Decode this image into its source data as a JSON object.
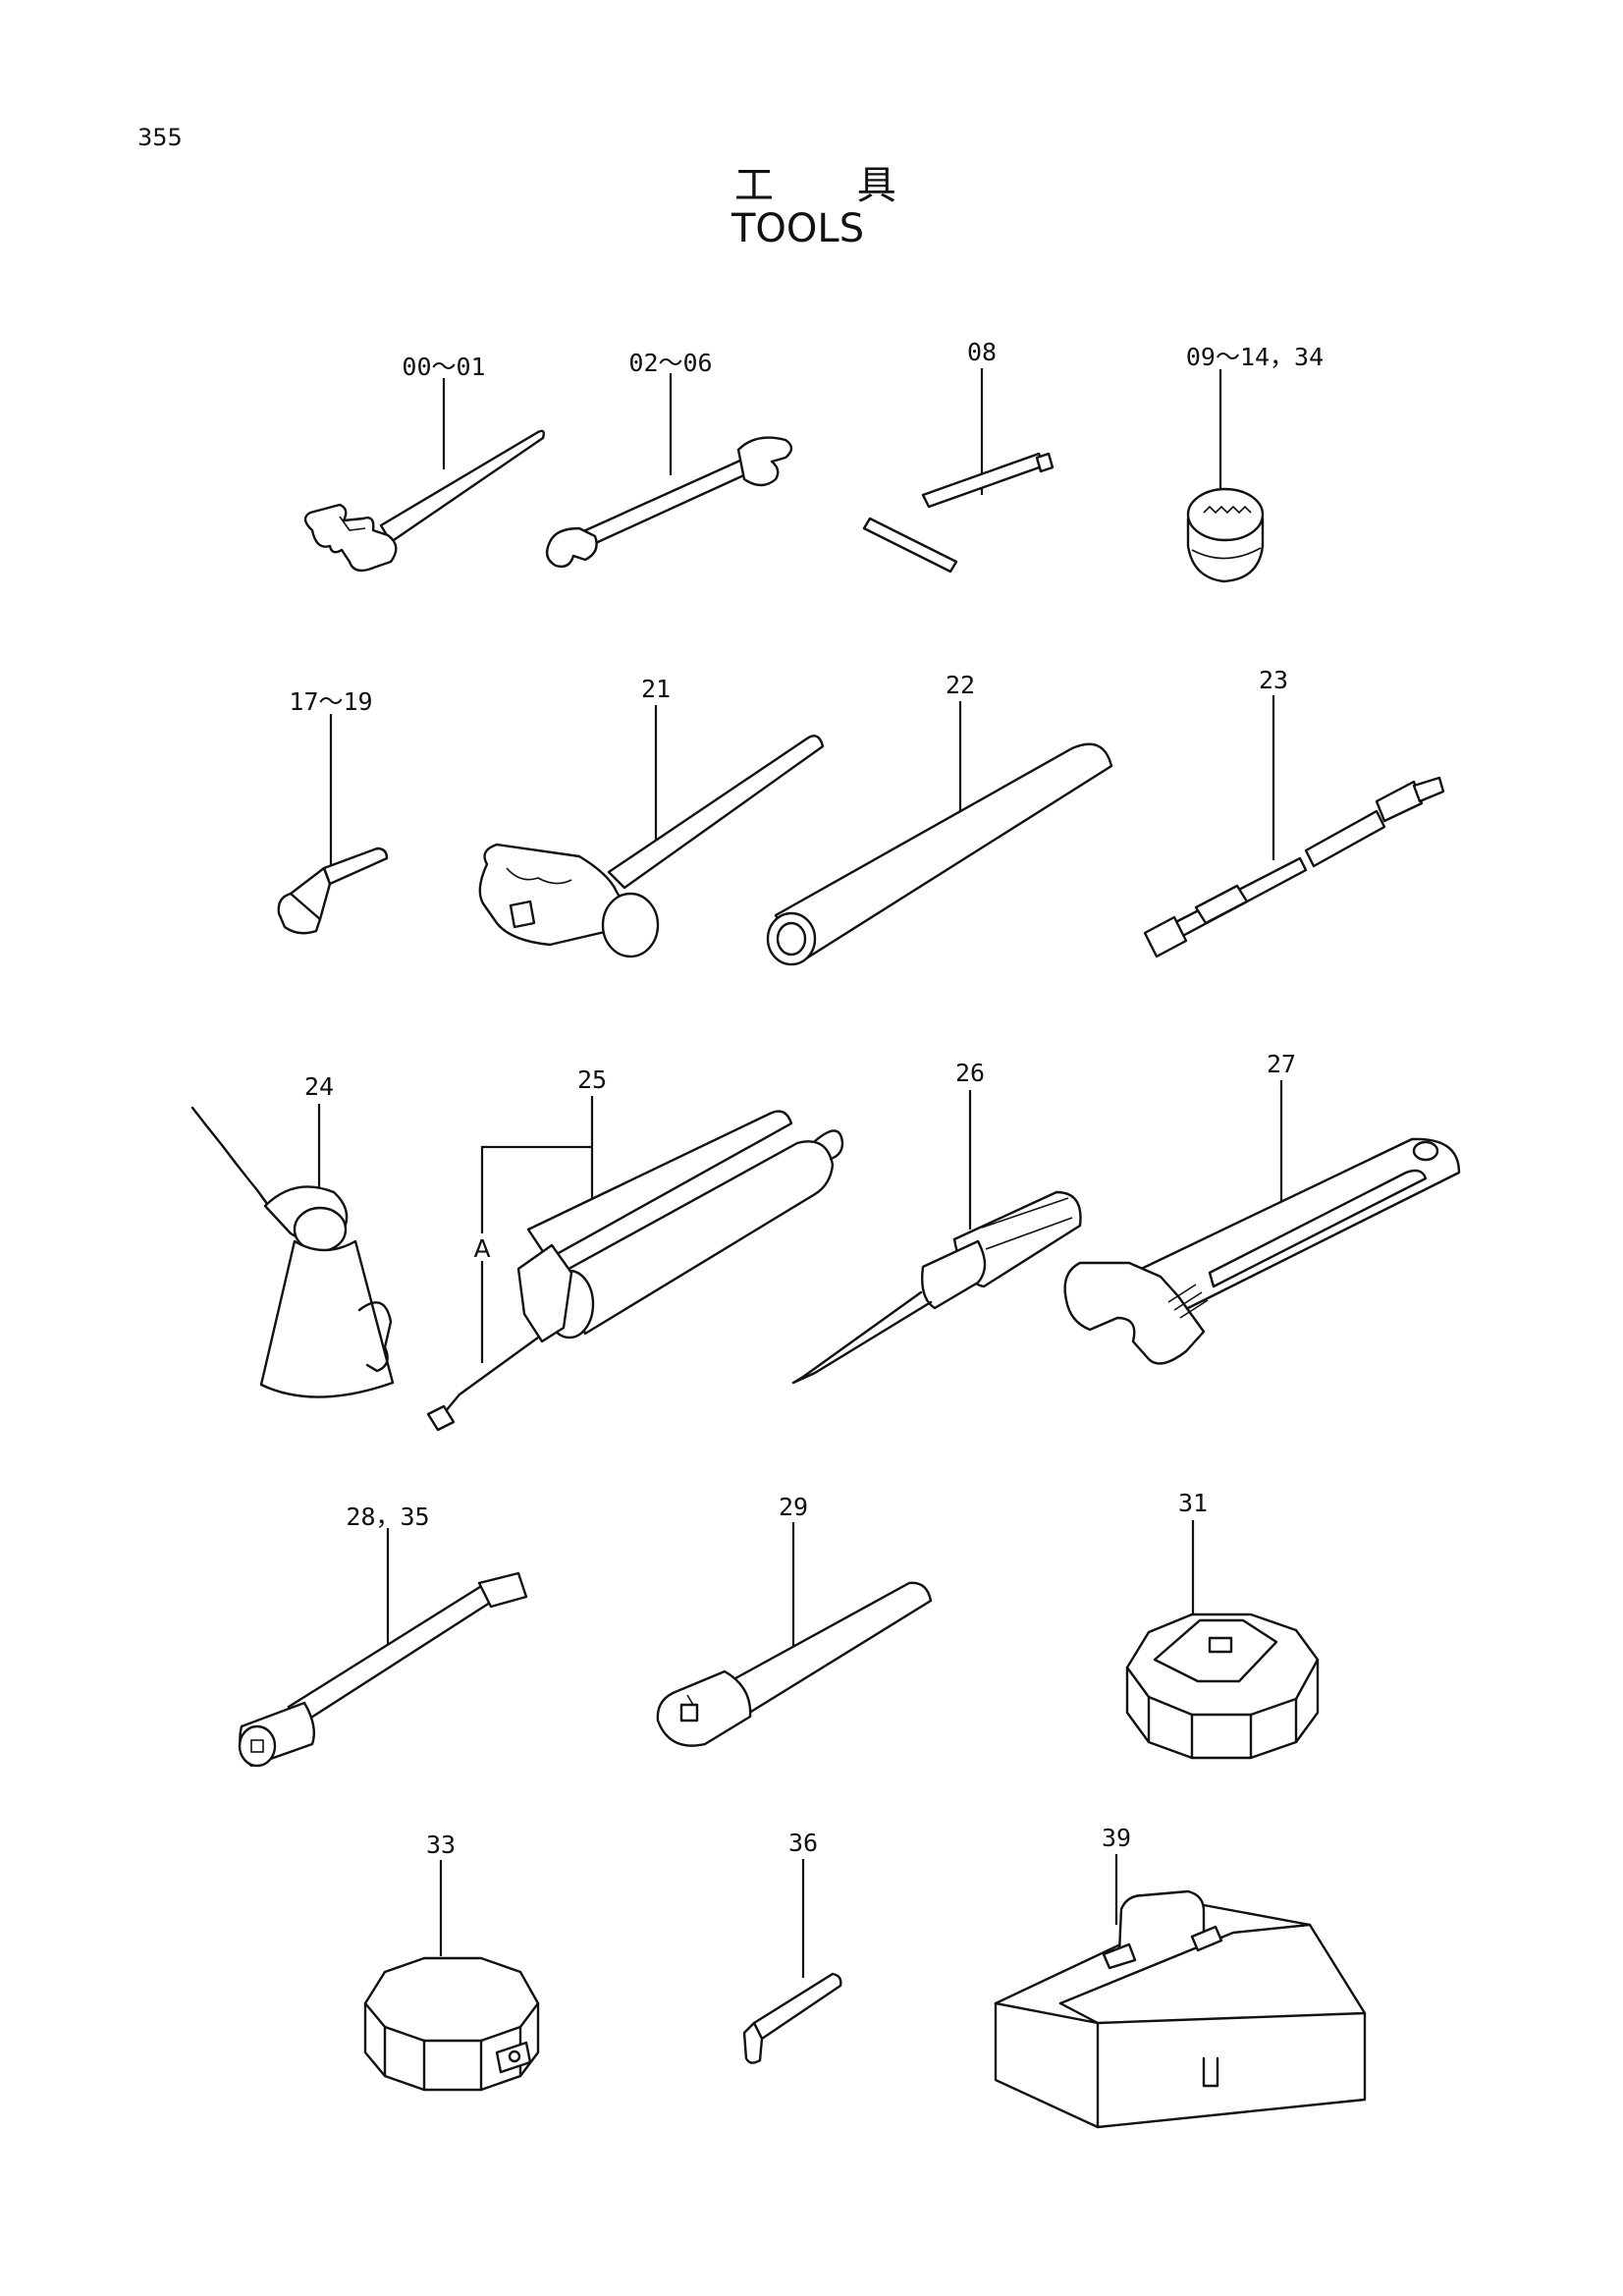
{
  "page": {
    "number": "355",
    "title_jp": "工 具",
    "title_en": "TOOLS"
  },
  "callouts": [
    {
      "id": "wrench-00-01",
      "label": "00～01"
    },
    {
      "id": "wrench-02-06",
      "label": "02～06"
    },
    {
      "id": "tbar-08",
      "label": "08"
    },
    {
      "id": "socket-09",
      "label": "09～14，34"
    },
    {
      "id": "hexkey-17",
      "label": "17～19"
    },
    {
      "id": "hammer-21",
      "label": "21"
    },
    {
      "id": "pipe-22",
      "label": "22"
    },
    {
      "id": "extension-23",
      "label": "23"
    },
    {
      "id": "oilcan-24",
      "label": "24"
    },
    {
      "id": "greasegun-25",
      "label": "25"
    },
    {
      "id": "subassembly-a",
      "label": "A"
    },
    {
      "id": "screwdriver-26",
      "label": "26"
    },
    {
      "id": "adjustable-wrench-27",
      "label": "27"
    },
    {
      "id": "socket-bar-28",
      "label": "28，35"
    },
    {
      "id": "ratchet-29",
      "label": "29"
    },
    {
      "id": "filter-wrench-31",
      "label": "31"
    },
    {
      "id": "filter-band-33",
      "label": "33"
    },
    {
      "id": "lkey-36",
      "label": "36"
    },
    {
      "id": "toolbox-39",
      "label": "39"
    }
  ]
}
